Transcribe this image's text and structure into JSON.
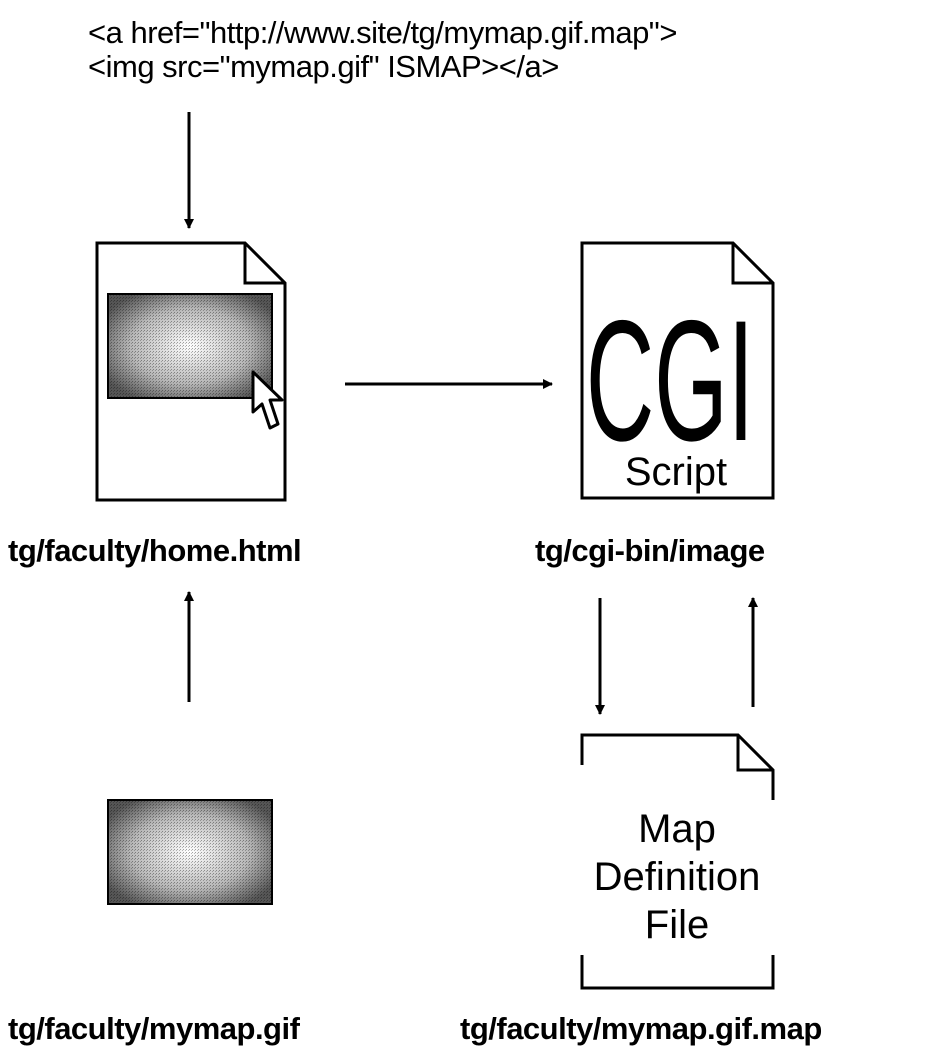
{
  "code_snippet": {
    "line1": "<a href=\"http://www.site/tg/mymap.gif.map\">",
    "line2": "<img src=\"mymap.gif\" ISMAP></a>"
  },
  "nodes": {
    "home_page": {
      "caption": "tg/faculty/home.html"
    },
    "cgi_script": {
      "caption": "tg/cgi-bin/image",
      "logo_text": "CGI",
      "subtitle": "Script"
    },
    "image_file": {
      "caption": "tg/faculty/mymap.gif"
    },
    "map_file": {
      "caption": "tg/faculty/mymap.gif.map",
      "line1": "Map",
      "line2": "Definition",
      "line3": "File"
    }
  },
  "icons": {
    "page": "document-icon",
    "pointer": "mouse-pointer-icon",
    "image": "dithered-image-icon"
  },
  "colors": {
    "ink": "#000000",
    "background": "#ffffff"
  }
}
